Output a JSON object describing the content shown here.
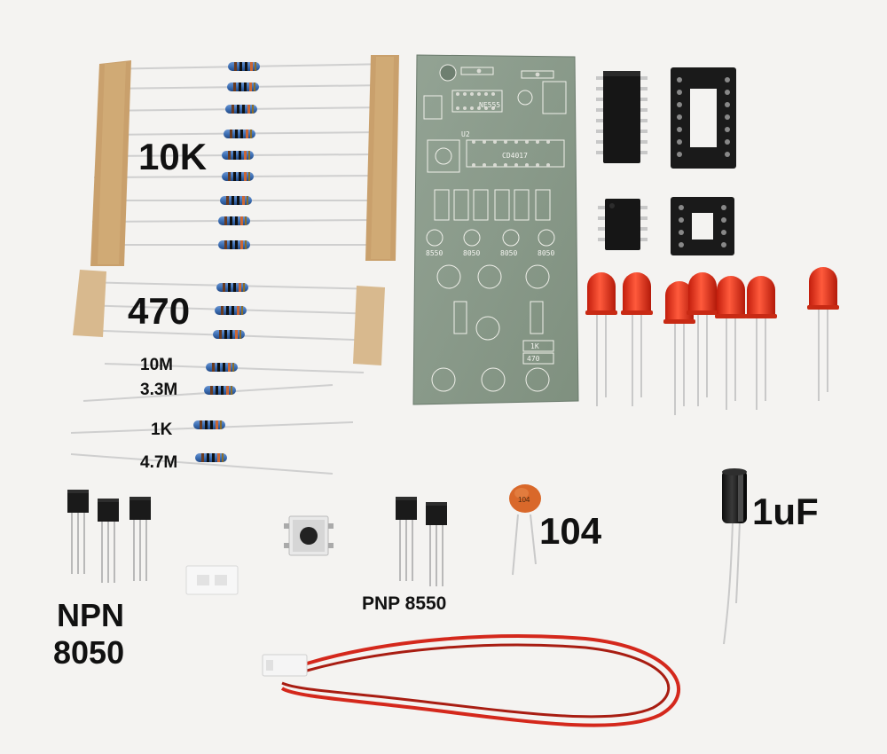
{
  "labels": {
    "r10k": "10K",
    "r470": "470",
    "r10m": "10M",
    "r33m": "3.3M",
    "r1k": "1K",
    "r47m": "4.7M",
    "npn_line1": "NPN",
    "npn_line2": "8050",
    "pnp": "PNP 8550",
    "cap104": "104",
    "cap1uf": "1uF"
  },
  "pcb": {
    "ic1": "NE555",
    "ic2": "CD4017",
    "u2": "U2",
    "transistors": [
      "8550",
      "8050",
      "8050",
      "8050"
    ],
    "r1k_mark": "1K",
    "r470_mark": "470",
    "cap_mark": "104"
  },
  "colors": {
    "background": "#f4f3f1",
    "pcb": "#8a9a8c",
    "resistor_body": "#3d6fb5",
    "led": "#e8321c",
    "tape": "#cfa36b",
    "wire_red": "#d4281c",
    "ceramic_cap": "#d9682a"
  }
}
